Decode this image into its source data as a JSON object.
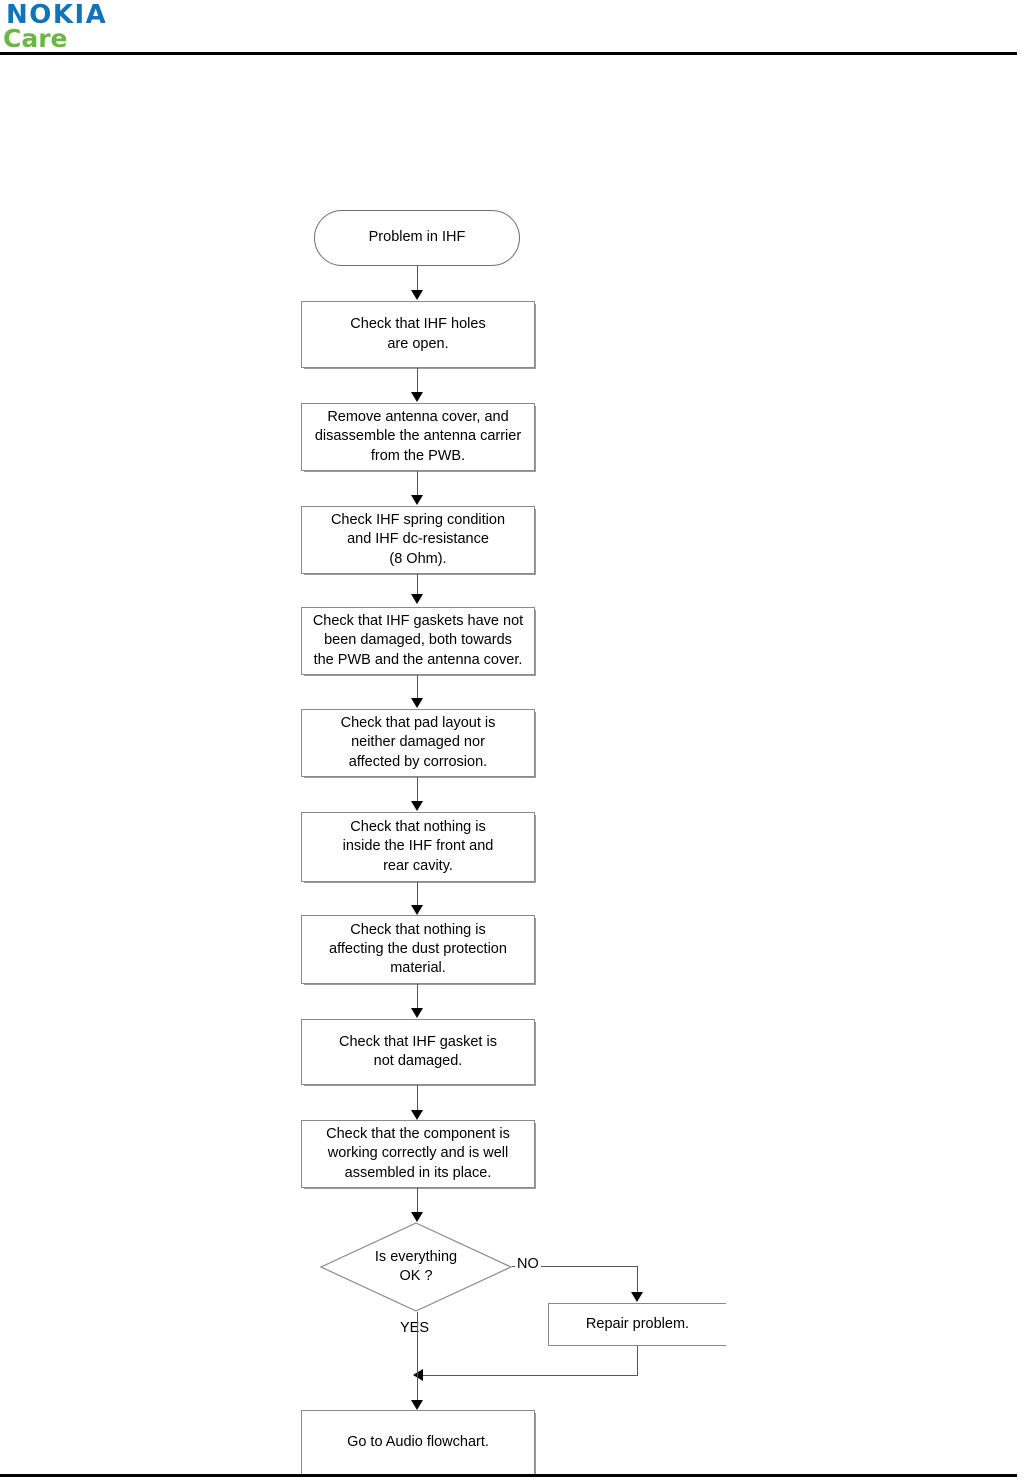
{
  "header": {
    "brand_primary": "NOKIA",
    "brand_secondary": "Care",
    "brand_primary_color": "#1173BA",
    "brand_secondary_color": "#6BB745"
  },
  "flowchart": {
    "type": "flowchart",
    "title": "IHF troubleshooting flowchart",
    "nodes": [
      {
        "id": "start",
        "shape": "terminator",
        "label": "Problem in IHF"
      },
      {
        "id": "step1",
        "shape": "process",
        "label": "Check that IHF holes\nare open."
      },
      {
        "id": "step2",
        "shape": "process",
        "label": "Remove antenna cover, and\ndisassemble the antenna carrier\nfrom the PWB."
      },
      {
        "id": "step3",
        "shape": "process",
        "label": "Check IHF spring condition\nand IHF dc-resistance\n(8 Ohm)."
      },
      {
        "id": "step4",
        "shape": "process",
        "label": "Check that IHF gaskets have not\nbeen damaged, both towards\nthe PWB and the antenna cover."
      },
      {
        "id": "step5",
        "shape": "process",
        "label": "Check that pad layout is\nneither damaged nor\naffected by corrosion."
      },
      {
        "id": "step6",
        "shape": "process",
        "label": "Check that nothing is\ninside the IHF front and\nrear cavity."
      },
      {
        "id": "step7",
        "shape": "process",
        "label": "Check  that nothing is\naffecting the dust protection\nmaterial."
      },
      {
        "id": "step8",
        "shape": "process",
        "label": "Check that IHF gasket is\nnot damaged."
      },
      {
        "id": "step9",
        "shape": "process",
        "label": "Check that the component is\nworking correctly and is well\nassembled in its place."
      },
      {
        "id": "decision",
        "shape": "decision",
        "label": "Is everything\nOK ?"
      },
      {
        "id": "repair",
        "shape": "process",
        "label": "Repair problem."
      },
      {
        "id": "end",
        "shape": "process",
        "label": "Go to Audio flowchart."
      }
    ],
    "edges": [
      {
        "from": "start",
        "to": "step1",
        "label": ""
      },
      {
        "from": "step1",
        "to": "step2",
        "label": ""
      },
      {
        "from": "step2",
        "to": "step3",
        "label": ""
      },
      {
        "from": "step3",
        "to": "step4",
        "label": ""
      },
      {
        "from": "step4",
        "to": "step5",
        "label": ""
      },
      {
        "from": "step5",
        "to": "step6",
        "label": ""
      },
      {
        "from": "step6",
        "to": "step7",
        "label": ""
      },
      {
        "from": "step7",
        "to": "step8",
        "label": ""
      },
      {
        "from": "step8",
        "to": "step9",
        "label": ""
      },
      {
        "from": "step9",
        "to": "decision",
        "label": ""
      },
      {
        "from": "decision",
        "to": "repair",
        "label": "NO"
      },
      {
        "from": "decision",
        "to": "end",
        "label": "YES"
      },
      {
        "from": "repair",
        "to": "end",
        "label": ""
      }
    ],
    "edge_labels": {
      "no": "NO",
      "yes": "YES"
    }
  }
}
